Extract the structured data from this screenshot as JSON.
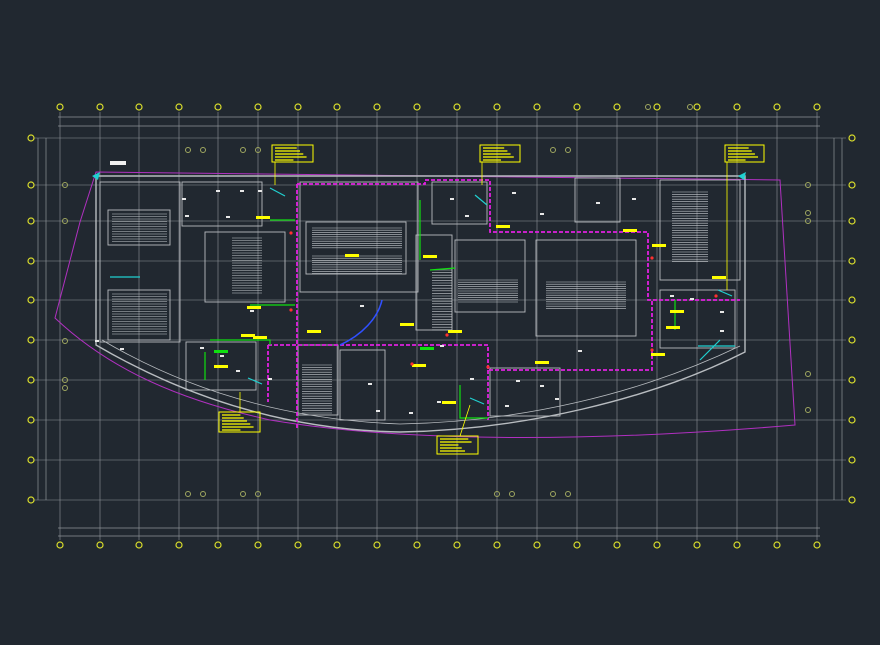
{
  "colors": {
    "background": "#212830",
    "grid": "#8f9499",
    "grid_bubble": "#d8dc2c",
    "walls": "#b8bcc0",
    "fire_zone": "#e020e0",
    "boundary": "#b030c0",
    "green_line": "#10e010",
    "callout": "#ffff00",
    "cyan": "#20d0d0",
    "blue_arc": "#3050ff",
    "red_mark": "#ff3030"
  },
  "drawing": {
    "callouts": [
      {
        "id": "callout-top-left"
      },
      {
        "id": "callout-top-center"
      },
      {
        "id": "callout-top-right"
      },
      {
        "id": "callout-bottom-left"
      },
      {
        "id": "callout-bottom-center"
      }
    ]
  }
}
